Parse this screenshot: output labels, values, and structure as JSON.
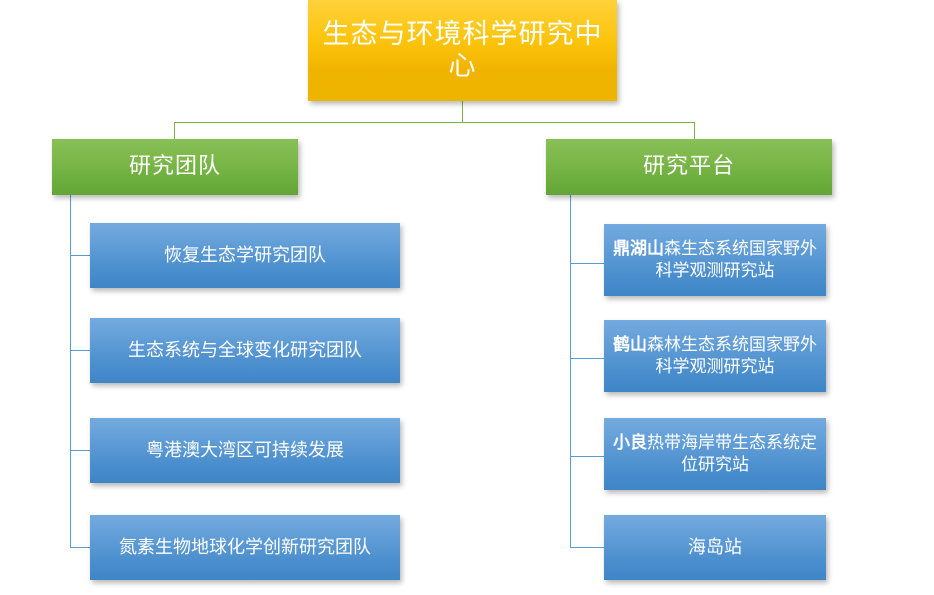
{
  "chart_title": "生态与环境科学研究中心",
  "root": {
    "label": "生态与环境科学研究中心",
    "color": "#fcc30b"
  },
  "branches": [
    {
      "label": "研究团队",
      "color": "#7db84b",
      "children": [
        {
          "label": "恢复生态学研究团队",
          "bold_prefix": "",
          "rest": "恢复生态学研究团队",
          "lines": 1
        },
        {
          "label": "生态系统与全球变化研究团队",
          "bold_prefix": "",
          "rest": "生态系统与全球变化研究团队",
          "lines": 1
        },
        {
          "label": "粤港澳大湾区可持续发展",
          "bold_prefix": "",
          "rest": "粤港澳大湾区可持续发展",
          "lines": 1
        },
        {
          "label": "氮素生物地球化学创新研究团队",
          "bold_prefix": "",
          "rest": "氮素生物地球化学创新研究团队",
          "lines": 1
        }
      ]
    },
    {
      "label": "研究平台",
      "color": "#7db84b",
      "children": [
        {
          "label": "鼎湖山森生态系统国家野外科学观测研究站",
          "bold_prefix": "鼎湖山",
          "rest": "森生态系统国家野外科学观测研究站",
          "lines": 2
        },
        {
          "label": "鹤山森林生态系统国家野外科学观测研究站",
          "bold_prefix": "鹤山",
          "rest": "森林生态系统国家野外科学观测研究站",
          "lines": 2
        },
        {
          "label": "小良热带海岸带生态系统定位研究站",
          "bold_prefix": "小良",
          "rest": "热带海岸带生态系统定位研究站",
          "lines": 2
        },
        {
          "label": "海岛站",
          "bold_prefix": "",
          "rest": "海岛站",
          "lines": 1
        }
      ]
    }
  ],
  "colors": {
    "root_box": "#fcc30b",
    "branch_box": "#7db84b",
    "leaf_box": "#4a8ecd",
    "green_connector": "#7cb342",
    "blue_connector": "#5b9bd5",
    "text": "#ffffff",
    "background": "#ffffff"
  }
}
